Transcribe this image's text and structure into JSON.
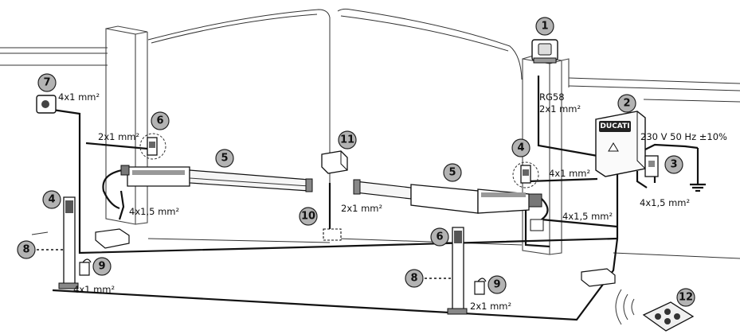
{
  "badges": [
    {
      "n": "1"
    },
    {
      "n": "2"
    },
    {
      "n": "3"
    },
    {
      "n": "4"
    },
    {
      "n": "4"
    },
    {
      "n": "5"
    },
    {
      "n": "5"
    },
    {
      "n": "6"
    },
    {
      "n": "6"
    },
    {
      "n": "7"
    },
    {
      "n": "8"
    },
    {
      "n": "8"
    },
    {
      "n": "9"
    },
    {
      "n": "9"
    },
    {
      "n": "10"
    },
    {
      "n": "11"
    },
    {
      "n": "12"
    }
  ],
  "cables": {
    "rg58": "RG58",
    "antenna": "2x1 mm²",
    "power": "230 V 50 Hz ±10%",
    "selector": "4x1 mm²",
    "photocell_left": "2x1 mm²",
    "motor_left": "4x1,5 mm²",
    "photocell_right": "4x1 mm²",
    "motor_right": "4x1,5 mm²",
    "lock": "2x1 mm²",
    "disconnect": "4x1,5 mm²",
    "column_left": "4x1 mm²",
    "column_right": "2x1 mm²"
  },
  "control_box": {
    "brand": "DUCATI"
  },
  "colors": {
    "badge_fill": "#b3b3b3",
    "line": "#111111"
  }
}
